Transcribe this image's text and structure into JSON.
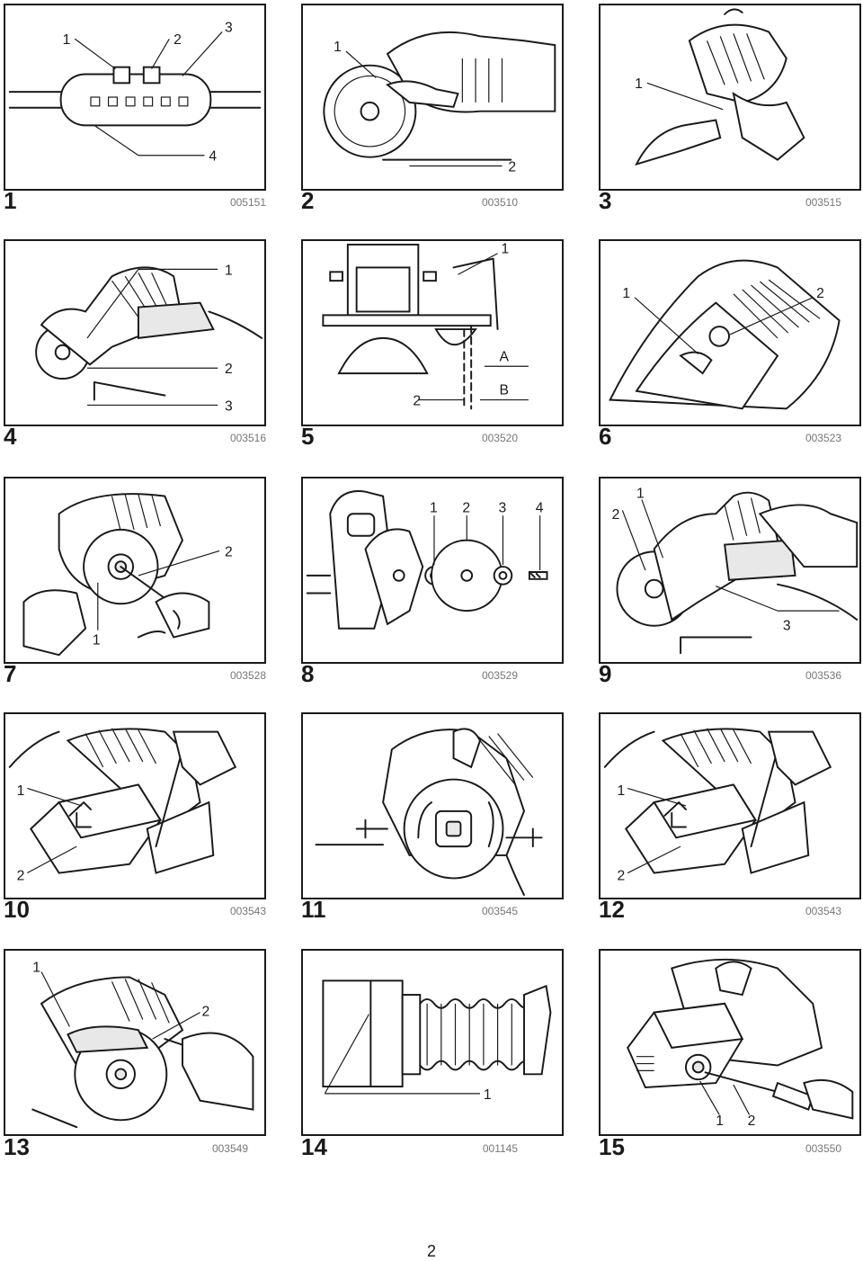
{
  "figures": [
    {
      "num": "1",
      "code": "005151",
      "callouts": [
        "1",
        "2",
        "3",
        "4"
      ]
    },
    {
      "num": "2",
      "code": "003510",
      "callouts": [
        "1",
        "2"
      ]
    },
    {
      "num": "3",
      "code": "003515",
      "callouts": [
        "1"
      ]
    },
    {
      "num": "4",
      "code": "003516",
      "callouts": [
        "1",
        "2",
        "3"
      ]
    },
    {
      "num": "5",
      "code": "003520",
      "callouts": [
        "1",
        "2",
        "A",
        "B"
      ]
    },
    {
      "num": "6",
      "code": "003523",
      "callouts": [
        "1",
        "2"
      ]
    },
    {
      "num": "7",
      "code": "003528",
      "callouts": [
        "2",
        "1"
      ]
    },
    {
      "num": "8",
      "code": "003529",
      "callouts": [
        "1",
        "2",
        "3",
        "4"
      ]
    },
    {
      "num": "9",
      "code": "003536",
      "callouts": [
        "1",
        "2",
        "3"
      ]
    },
    {
      "num": "10",
      "code": "003543",
      "callouts": [
        "1",
        "2"
      ]
    },
    {
      "num": "11",
      "code": "003545",
      "callouts": []
    },
    {
      "num": "12",
      "code": "003543",
      "callouts": [
        "1",
        "2"
      ]
    },
    {
      "num": "13",
      "code": "003549",
      "callouts": [
        "1",
        "2"
      ]
    },
    {
      "num": "14",
      "code": "001145",
      "callouts": [
        "1"
      ]
    },
    {
      "num": "15",
      "code": "003550",
      "callouts": [
        "1",
        "2"
      ]
    }
  ],
  "page_number": "2"
}
